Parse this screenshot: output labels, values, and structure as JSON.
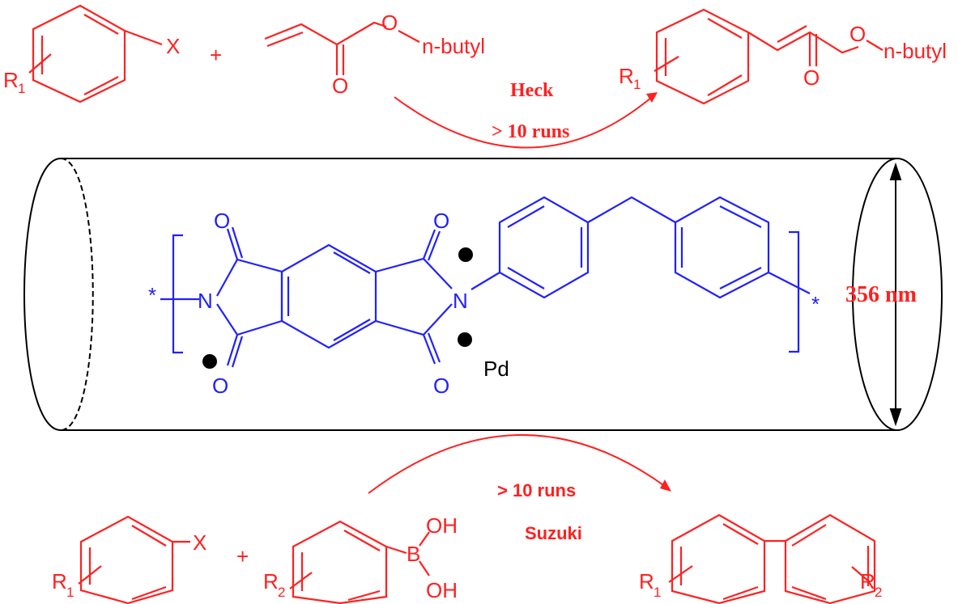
{
  "heck": {
    "reactant1": {
      "substituent": "R",
      "sub_index": "1",
      "leaving_group": "X"
    },
    "plus": "+",
    "reactant2": {
      "carbonyl_o": "O",
      "ester_o": "O",
      "chain": "n-butyl"
    },
    "label": "Heck",
    "runs": "> 10 runs",
    "product": {
      "substituent": "R",
      "sub_index": "1",
      "carbonyl_o": "O",
      "ester_o": "O",
      "chain": "n-butyl"
    }
  },
  "polymer": {
    "end_left": "*",
    "end_right": "*",
    "imide_n_left": "N",
    "imide_n_right": "N",
    "carbonyl_o": [
      "O",
      "O",
      "O",
      "O"
    ],
    "metal": "Pd"
  },
  "tube": {
    "diameter": "356 nm"
  },
  "suzuki": {
    "runs": "> 10 runs",
    "label": "Suzuki",
    "reactant1": {
      "substituent": "R",
      "sub_index": "1",
      "leaving_group": "X"
    },
    "plus": "+",
    "reactant2": {
      "substituent": "R",
      "sub_index": "2",
      "boron": "B",
      "oh1": "OH",
      "oh2": "OH"
    },
    "product": {
      "sub1": "R",
      "sub1_index": "1",
      "sub2": "R",
      "sub2_index": "2"
    }
  },
  "colors": {
    "reaction": "#ff2020",
    "polymer": "#2020ff",
    "tube": "#000000"
  }
}
